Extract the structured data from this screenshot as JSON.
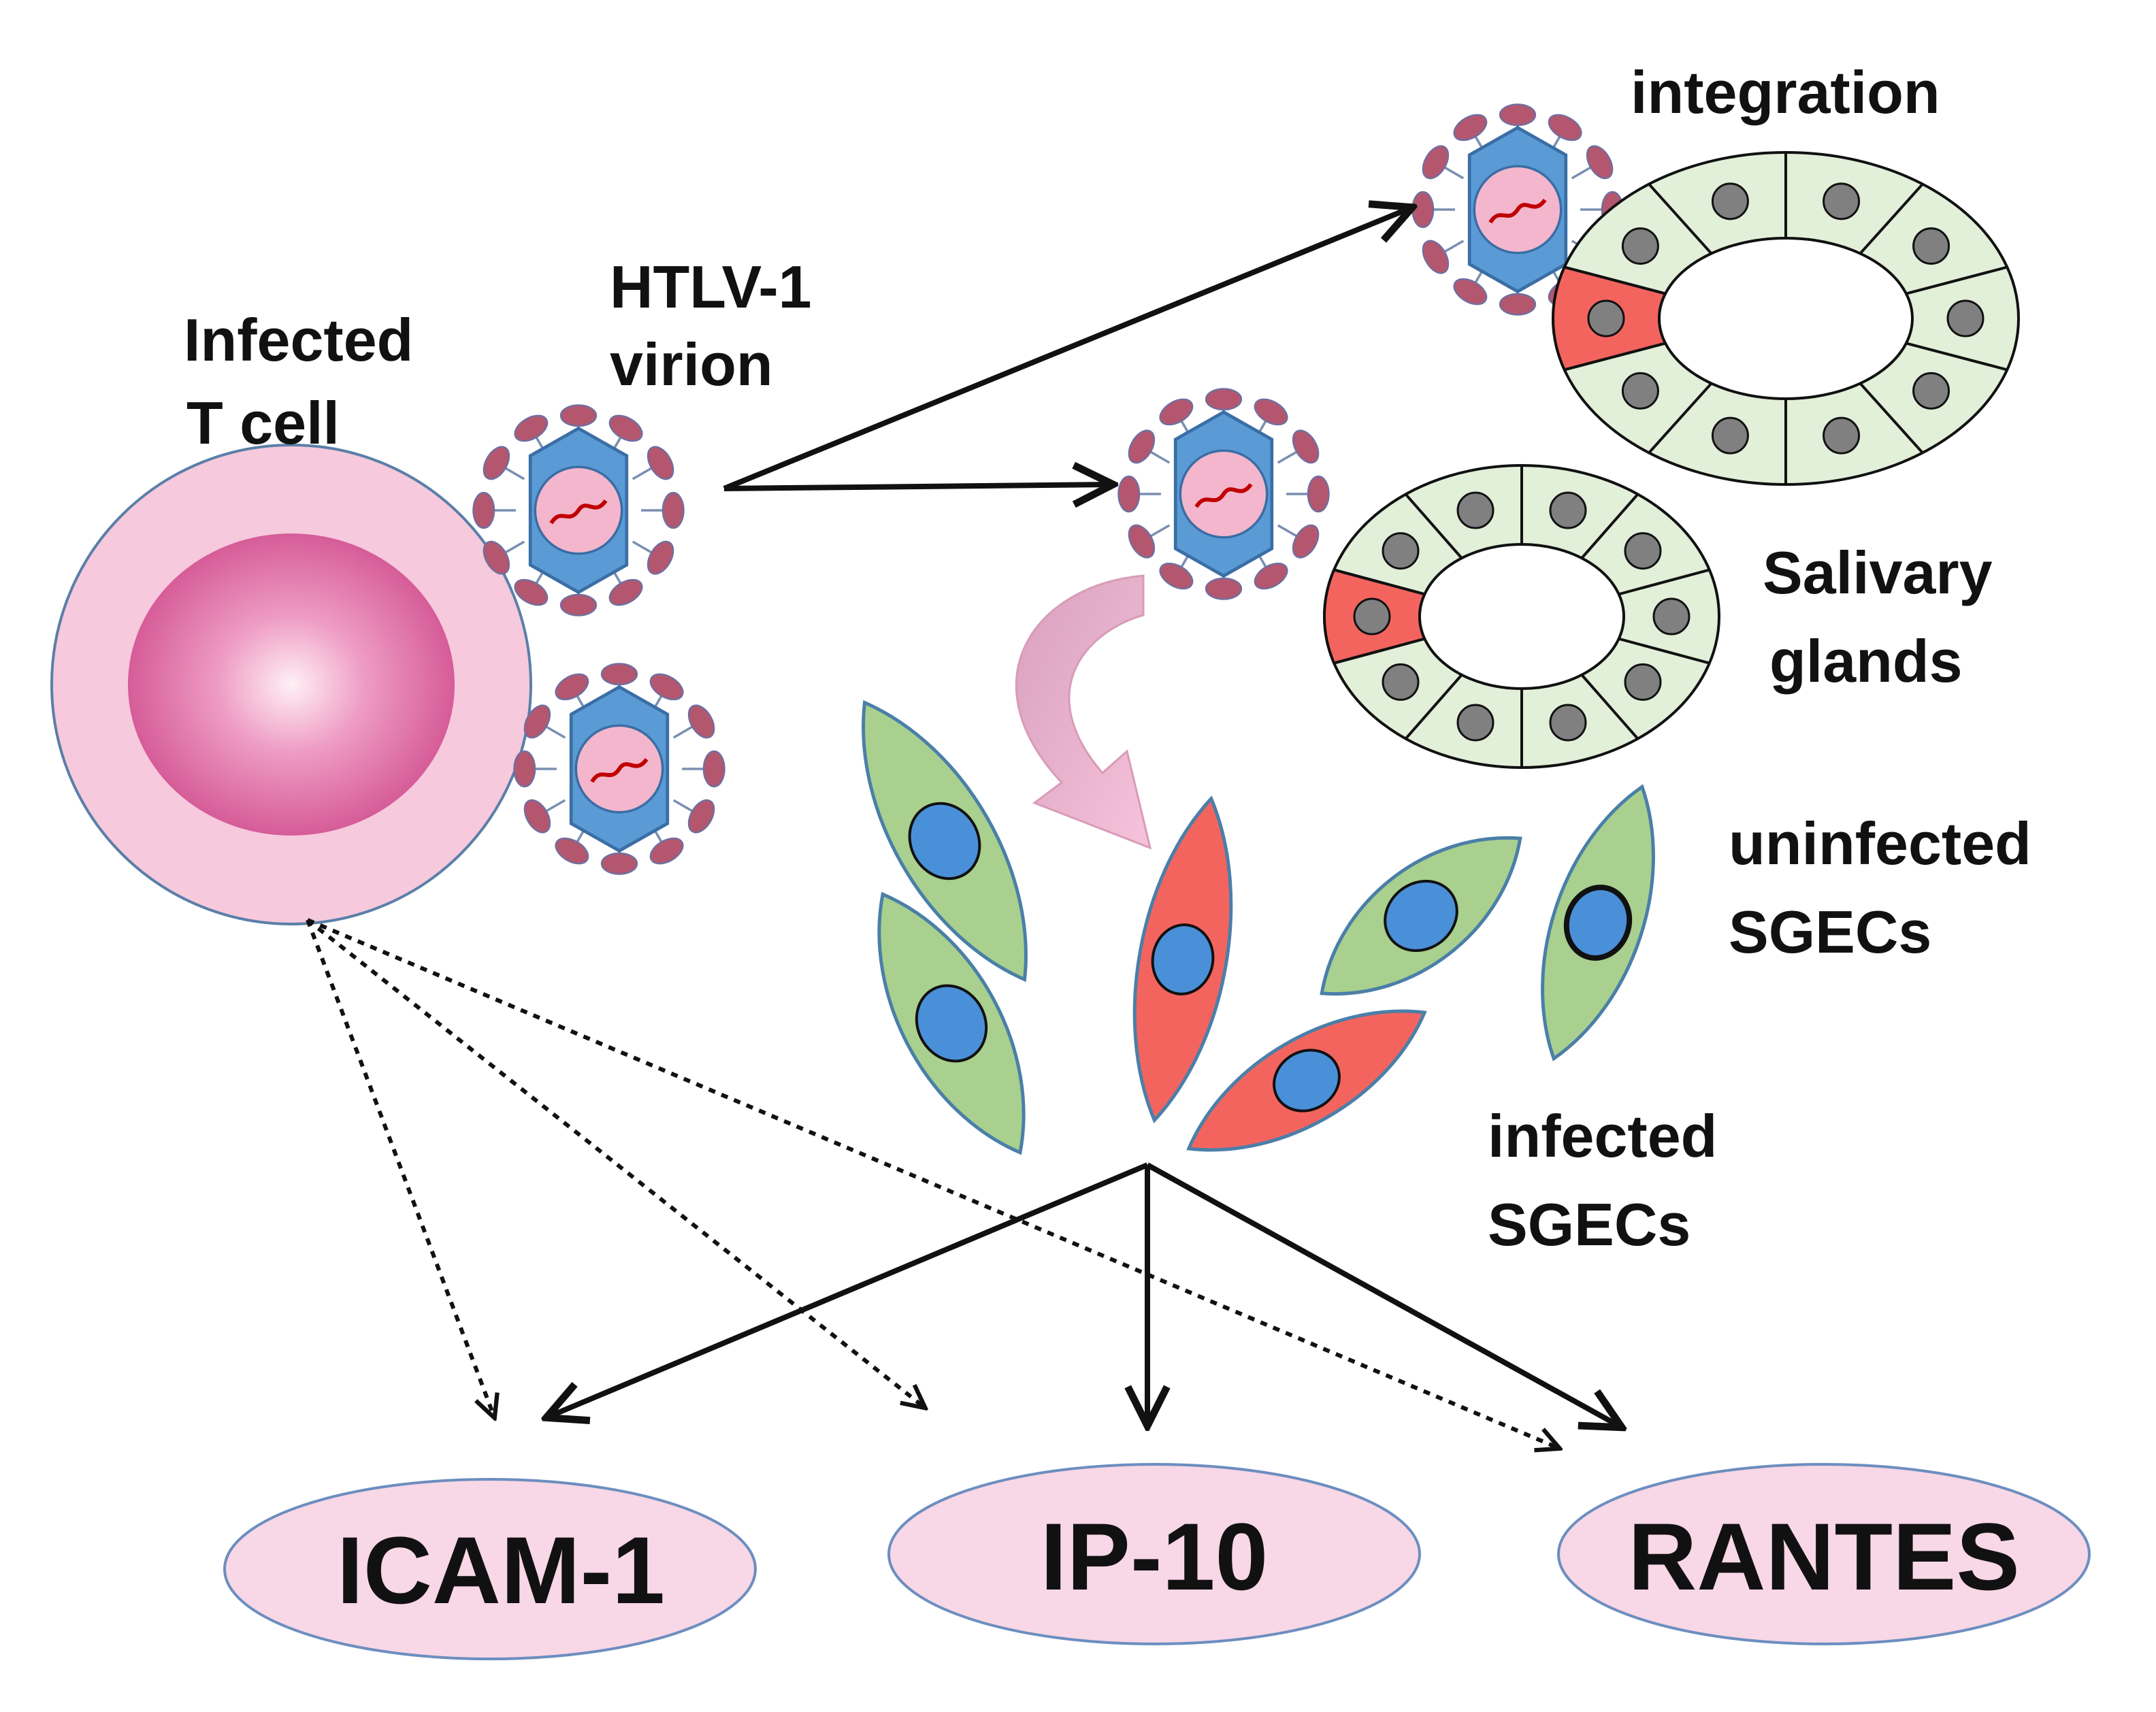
{
  "labels": {
    "infected_t_cell": [
      "Infected",
      "T cell"
    ],
    "htlv_virion": [
      "HTLV-1",
      "virion"
    ],
    "integration": "integration",
    "salivary_glands": [
      "Salivary",
      "glands"
    ],
    "uninfected_sgecs": [
      "uninfected",
      "SGECs"
    ],
    "infected_sgecs": [
      "infected",
      "SGECs"
    ]
  },
  "outputs": [
    "ICAM-1",
    "IP-10",
    "RANTES"
  ],
  "colors": {
    "t_cell_outer": "#f6c9dd",
    "t_cell_inner": "#d9629e",
    "capsid": "#5b9bd5",
    "capsid_core": "#f4b6cc",
    "rna": "#c00000",
    "spike": "#b5566f",
    "gland_cell": "#e2efd9",
    "infected_cell": "#f4645f",
    "uninfected_cell": "#a9d08e",
    "nucleus": "#4a90d9",
    "gland_nucleus": "#808080",
    "output_ellipse": "#f8d7e6",
    "curved_arrow": "#e9a0c0"
  }
}
